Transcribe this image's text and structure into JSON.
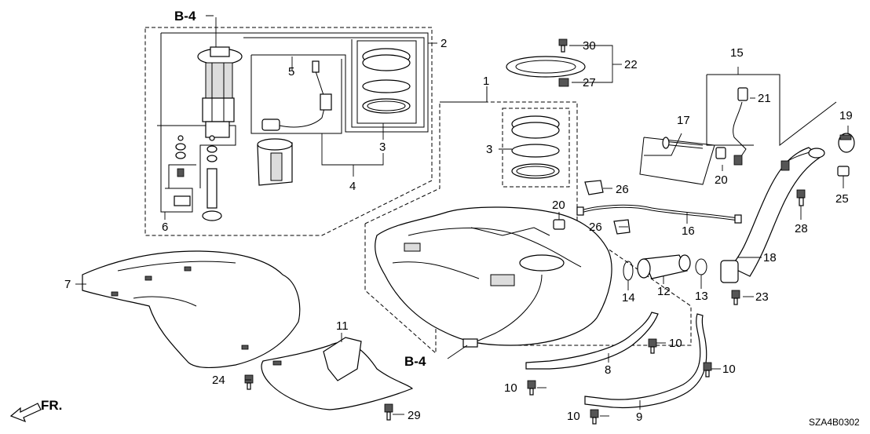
{
  "refs": {
    "b4_top": "B-4",
    "b4_bottom": "B-4"
  },
  "labels": {
    "p1": "1",
    "p2": "2",
    "p3a": "3",
    "p3b": "3",
    "p4": "4",
    "p5": "5",
    "p6": "6",
    "p7": "7",
    "p8": "8",
    "p9": "9",
    "p10a": "10",
    "p10b": "10",
    "p10c": "10",
    "p10d": "10",
    "p11": "11",
    "p12": "12",
    "p13": "13",
    "p14": "14",
    "p15": "15",
    "p16": "16",
    "p17": "17",
    "p18": "18",
    "p19": "19",
    "p20a": "20",
    "p20b": "20",
    "p21": "21",
    "p22": "22",
    "p23": "23",
    "p24": "24",
    "p25": "25",
    "p26a": "26",
    "p26b": "26",
    "p27": "27",
    "p28": "28",
    "p29": "29",
    "p30": "30"
  },
  "direction": "FR.",
  "diagram_code": "SZA4B0302"
}
